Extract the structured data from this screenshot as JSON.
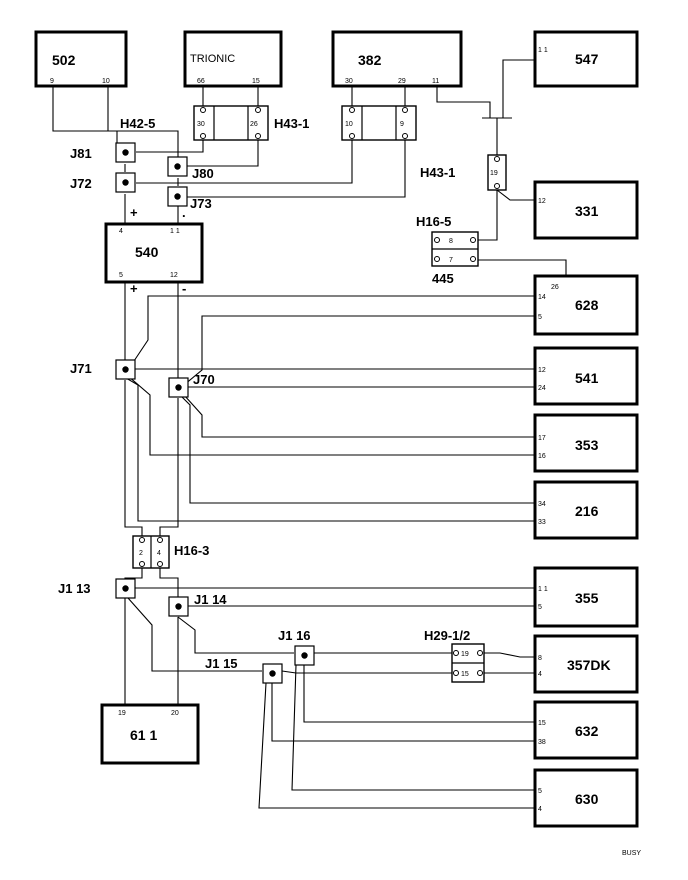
{
  "components": {
    "c502": {
      "label": "502",
      "pins": [
        "9",
        "10"
      ]
    },
    "trionic": {
      "label": "TRIONIC",
      "pins": [
        "66",
        "15"
      ]
    },
    "c382": {
      "label": "382",
      "pins": [
        "30",
        "29",
        "11"
      ]
    },
    "c547": {
      "label": "547",
      "pins": [
        "1 1"
      ]
    },
    "c331": {
      "label": "331",
      "pins": [
        "12"
      ]
    },
    "c540": {
      "label": "540",
      "pins": [
        "4",
        "1 1",
        "5",
        "12"
      ]
    },
    "c628": {
      "label": "628",
      "pins": [
        "26",
        "14",
        "5"
      ]
    },
    "c541": {
      "label": "541",
      "pins": [
        "12",
        "24"
      ]
    },
    "c353": {
      "label": "353",
      "pins": [
        "17",
        "16"
      ]
    },
    "c216": {
      "label": "216",
      "pins": [
        "34",
        "33"
      ]
    },
    "c355": {
      "label": "355",
      "pins": [
        "1 1",
        "5"
      ]
    },
    "c357dk": {
      "label": "357DK",
      "pins": [
        "8",
        "4"
      ]
    },
    "c632": {
      "label": "632",
      "pins": [
        "15",
        "38"
      ]
    },
    "c630": {
      "label": "630",
      "pins": [
        "5",
        "4"
      ]
    },
    "c611": {
      "label": "61  1",
      "pins": [
        "19",
        "20"
      ]
    }
  },
  "connectors": {
    "h42_5": "H42-5",
    "h43_1a": "H43-1",
    "h43_1a_pins": [
      "30",
      "26"
    ],
    "h43_1b": "H43-1",
    "h43_1b_pins": [
      "10",
      "9",
      "19"
    ],
    "h16_5": "H16-5",
    "h16_5_pins": [
      "8",
      "7"
    ],
    "n445": "445",
    "h16_3": "H16-3",
    "h16_3_pins": [
      "2",
      "4"
    ],
    "h29": "H29-1/2",
    "h29_pins": [
      "19",
      "15"
    ]
  },
  "junctions": {
    "j81": "J81",
    "j80": "J80",
    "j72": "J72",
    "j73": "J73",
    "j71": "J71",
    "j70": "J70",
    "j1_13": "J1  13",
    "j1_14": "J1  14",
    "j1_16": "J1  16",
    "j1_15": "J1  15"
  },
  "polarity": {
    "plus": "+",
    "minus": "-",
    "dot": "."
  },
  "footer": {
    "code": "BUSY"
  }
}
